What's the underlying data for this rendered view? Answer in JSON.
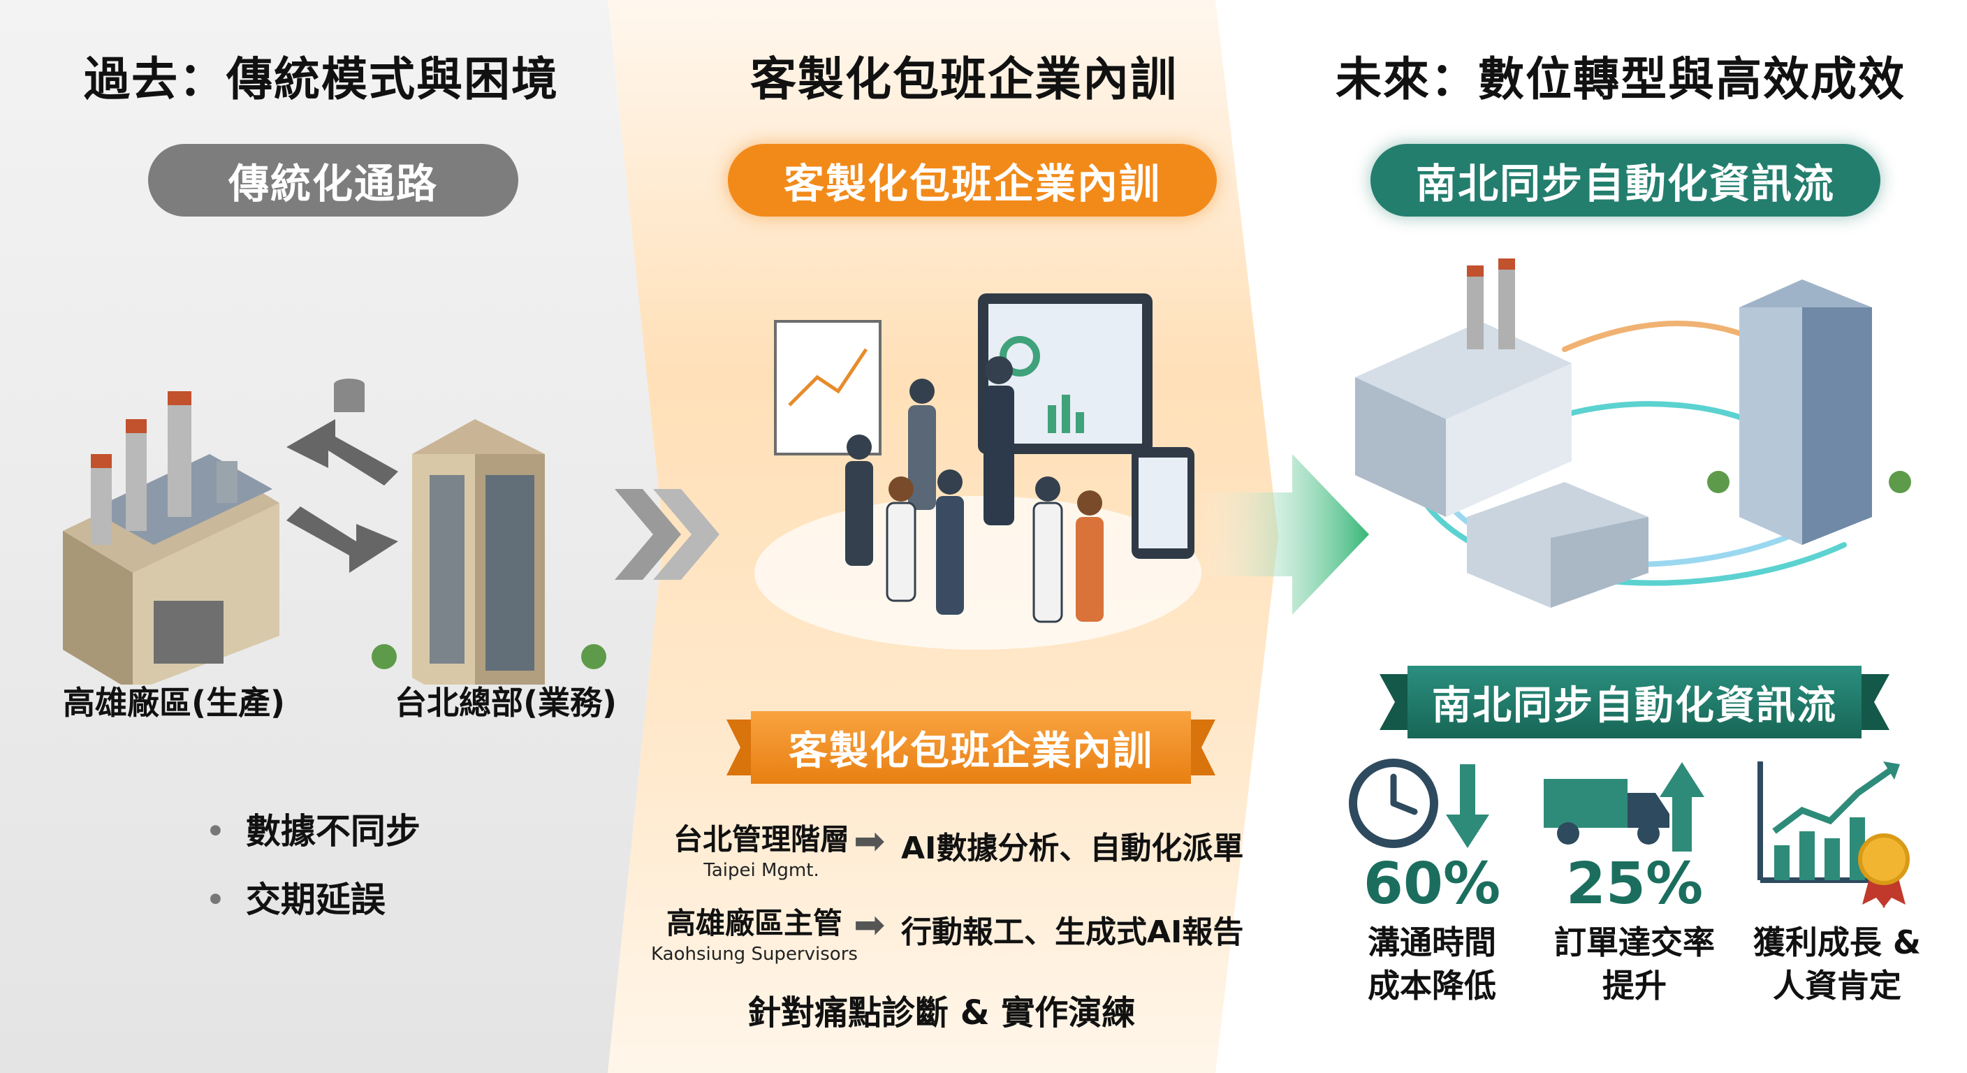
{
  "past": {
    "title": "過去：傳統模式與困境",
    "pill_label": "傳統化通路",
    "kaohsiung_label": "高雄廠區(生產)",
    "taipei_label": "台北總部(業務)",
    "issues": [
      "數據不同步",
      "交期延誤"
    ]
  },
  "training": {
    "title": "客製化包班企業內訓",
    "pill_label": "客製化包班企業內訓",
    "ribbon_label": "客製化包班企業內訓",
    "programs": [
      {
        "group": "台北管理階層",
        "group_en": "Taipei Mgmt.",
        "content": "AI數據分析、自動化派單"
      },
      {
        "group": "高雄廠區主管",
        "group_en": "Kaohsiung Supervisors",
        "content": "行動報工、生成式AI報告"
      }
    ],
    "footer": "針對痛點診斷 & 實作演練"
  },
  "future": {
    "title": "未來：數位轉型與高效成效",
    "pill_label": "南北同步自動化資訊流",
    "ribbon_label": "南北同步自動化資訊流",
    "metrics": [
      {
        "value": "60%",
        "line1": "溝通時間",
        "line2": "成本降低",
        "icon": "clock-down-icon"
      },
      {
        "value": "25%",
        "line1": "訂單達交率",
        "line2": "提升",
        "icon": "truck-up-icon"
      },
      {
        "value": "",
        "line1": "獲利成長 &",
        "line2": "人資肯定",
        "icon": "chart-medal-icon"
      }
    ]
  },
  "colors": {
    "past_bg": "#ececec",
    "training_orange": "#f58d1e",
    "future_teal": "#1d7a6b",
    "metric_text": "#1b6e5e"
  }
}
